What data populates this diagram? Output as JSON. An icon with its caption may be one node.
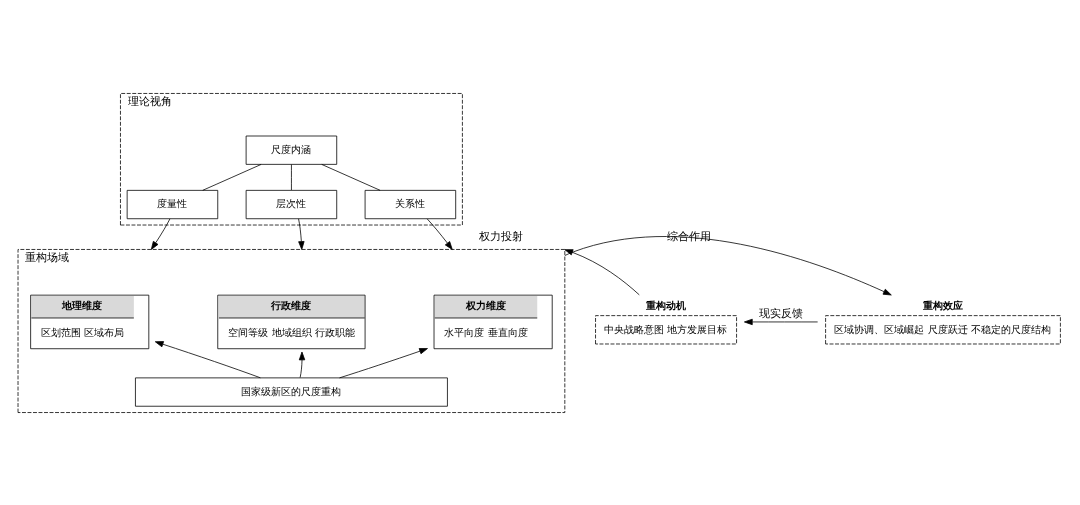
{
  "diagram": {
    "nodes": [
      {
        "text": [
          "理论视角"
        ]
      },
      {
        "text": [
          "尺度内涵"
        ],
        "in": 0
      },
      {
        "text": [
          "度量性"
        ],
        "in": 0
      },
      {
        "text": [
          "层次性"
        ],
        "in": 0
      },
      {
        "text": [
          "关系性"
        ],
        "in": 0
      },
      {
        "text": [
          "重构场域"
        ]
      },
      {
        "text": [
          "地理维度",
          "区划范围 区域布局"
        ],
        "in": 5
      },
      {
        "text": [
          "行政维度",
          "空间等级 地域组织 行政职能"
        ],
        "in": 5
      },
      {
        "text": [
          "权力维度",
          "水平向度 垂直向度"
        ],
        "in": 5
      },
      {
        "text": [
          "国家级新区的尺度重构"
        ],
        "in": 5
      },
      {
        "text": [
          "重构动机",
          "中央战略意图 地方发展目标"
        ]
      },
      {
        "text": [
          "重构效应",
          "区域协调、区域崛起 尺度跃迁 不稳定的尺度结构"
        ]
      }
    ],
    "edges": [
      {
        "from": 1,
        "to": 2,
        "arrow": "none"
      },
      {
        "from": 1,
        "to": 3,
        "arrow": "none"
      },
      {
        "from": 1,
        "to": 4,
        "arrow": "none"
      },
      {
        "from": 2,
        "to": 5,
        "arrow": "to"
      },
      {
        "from": 3,
        "to": 5,
        "arrow": "to"
      },
      {
        "from": 4,
        "to": 5,
        "arrow": "to"
      },
      {
        "from": 9,
        "to": 6,
        "arrow": "to"
      },
      {
        "from": 9,
        "to": 7,
        "arrow": "to"
      },
      {
        "from": 9,
        "to": 8,
        "arrow": "to"
      },
      {
        "from": 10,
        "to": 5,
        "label": "权力投射",
        "arrow": "to"
      },
      {
        "from": 5,
        "to": 11,
        "label": "综合作用",
        "arrow": "to"
      },
      {
        "from": 11,
        "to": 10,
        "label": "现实反馈",
        "arrow": "to"
      }
    ]
  }
}
